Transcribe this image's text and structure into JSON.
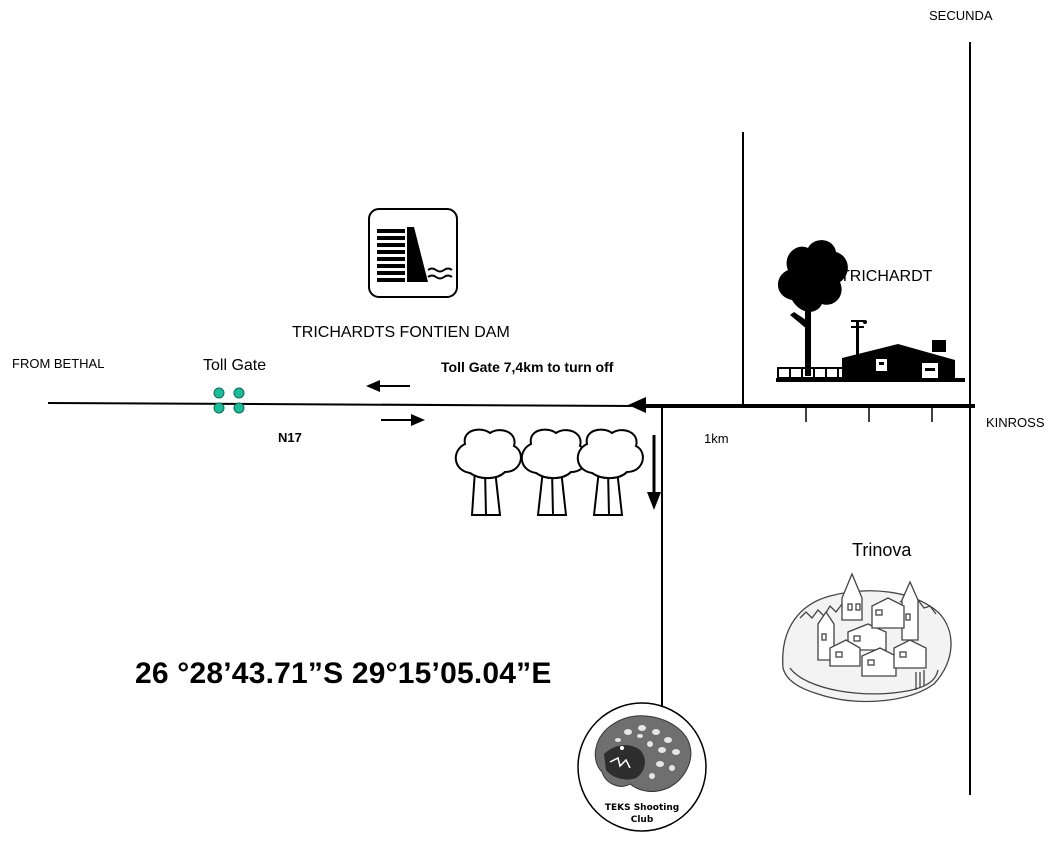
{
  "labels": {
    "secunda": "SECUNDA",
    "from_bethal": "FROM BETHAL",
    "toll_gate": "Toll Gate",
    "dam_name": "TRICHARDTS FONTIEN DAM",
    "toll_note": "Toll Gate 7,4km to turn off",
    "trichardt": "TRICHARDT",
    "kinross": "KINROSS",
    "road": "N17",
    "distance": "1km",
    "trinova": "Trinova",
    "coordinates": "26 °28’43.71”S 29°15’05.04”E",
    "club_line1": "TEKS Shooting",
    "club_line2": "Club"
  },
  "icons": {
    "dam": "dam-icon",
    "toll": "toll-gate-icon",
    "trees": "trees-icon",
    "town": "town-icon",
    "castle": "castle-town-icon",
    "logo": "leopard-logo-icon"
  },
  "colors": {
    "road": "#000000",
    "toll_dots": "#1abc9c",
    "background": "#ffffff"
  }
}
